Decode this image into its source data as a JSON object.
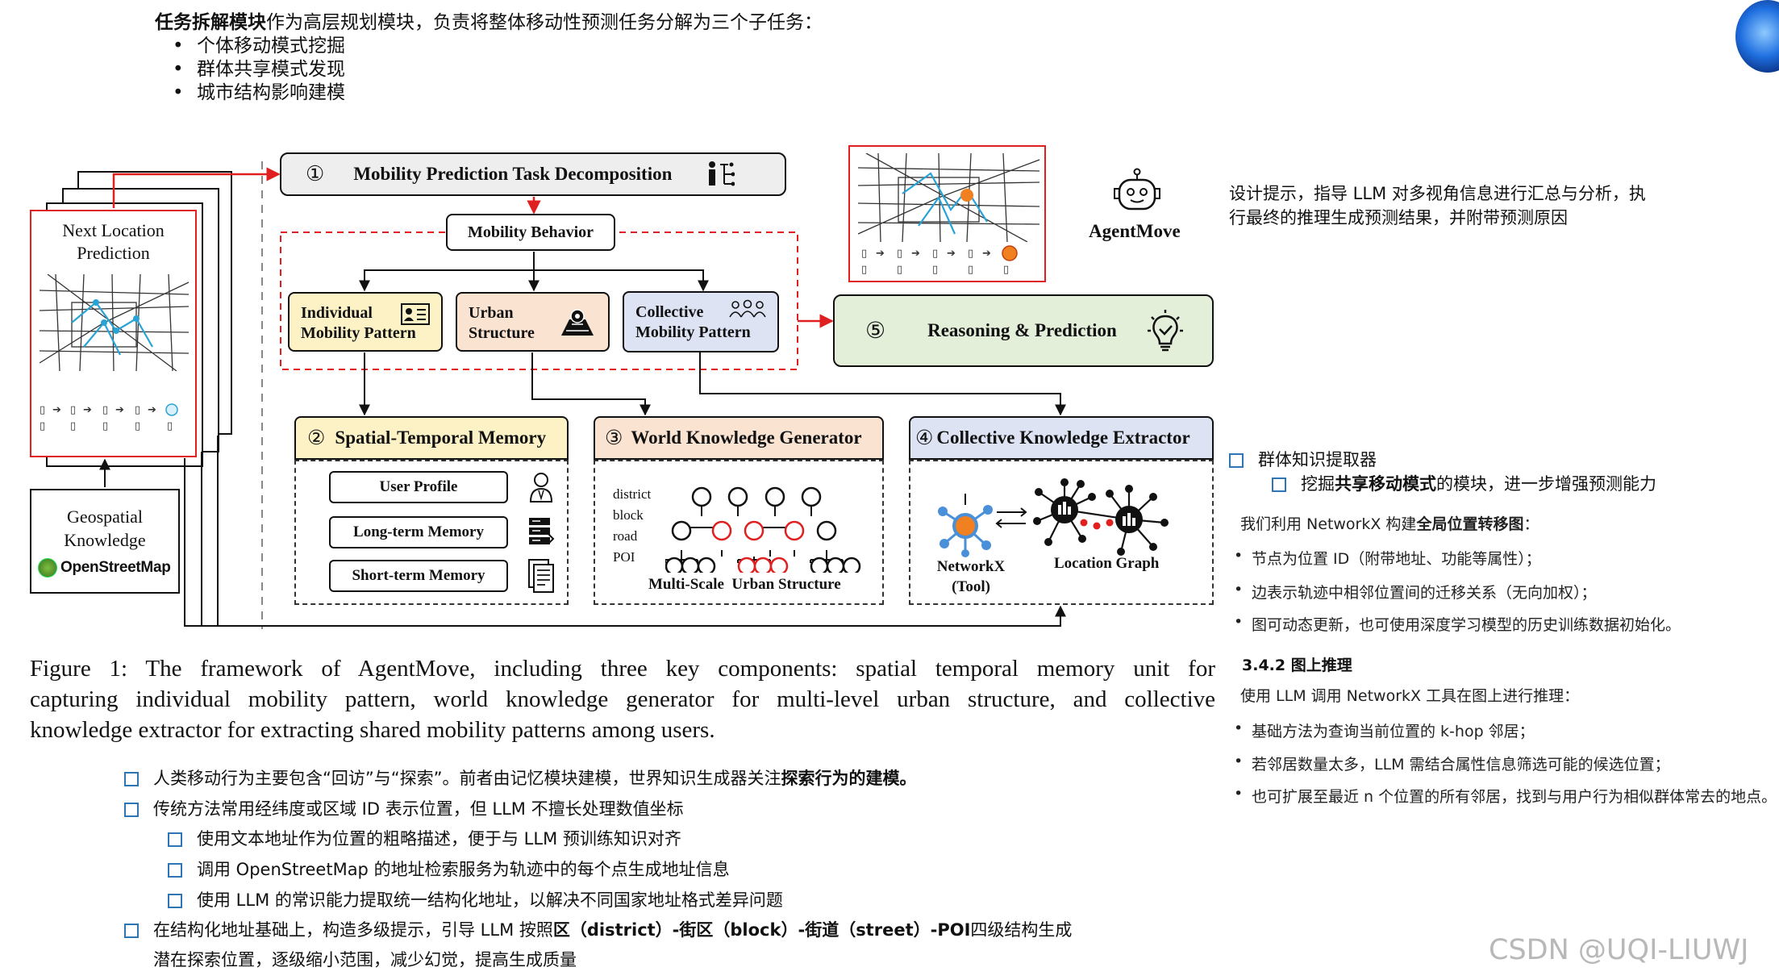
{
  "intro": {
    "bold": "任务拆解模块",
    "rest": "作为高层规划模块，负责将整体移动性预测任务分解为三个子任务：",
    "bullets": [
      "个体移动模式挖掘",
      "群体共享模式发现",
      "城市结构影响建模"
    ]
  },
  "diagram": {
    "next_location_line1": "Next Location",
    "next_location_line2": "Prediction",
    "geo_line1": "Geospatial",
    "geo_line2": "Knowledge",
    "osm": "OpenStreetMap",
    "task_num": "①",
    "task_title": "Mobility Prediction Task Decomposition",
    "behavior": "Mobility Behavior",
    "individual_line1": "Individual",
    "individual_line2": "Mobility Pattern",
    "urban_line1": "Urban",
    "urban_line2": "Structure",
    "collective_line1": "Collective",
    "collective_line2": "Mobility Pattern",
    "agent_name": "AgentMove",
    "reason_num": "⑤",
    "reason_title": "Reasoning & Prediction",
    "stm_num": "②",
    "stm_title": "Spatial-Temporal Memory",
    "user_profile": "User Profile",
    "long_term": "Long-term Memory",
    "short_term": "Short-term Memory",
    "wkg_num": "③",
    "wkg_title": "World Knowledge Generator",
    "levels": [
      "district",
      "block",
      "road",
      "POI"
    ],
    "multi_scale": "Multi-Scale  Urban Structure",
    "cke_num": "④",
    "cke_title": "Collective Knowledge Extractor",
    "networkx": "NetworkX",
    "tool": "(Tool)",
    "location_graph": "Location Graph"
  },
  "caption": {
    "line1": "Figure 1: The framework of AgentMove, including three key components: spatial temporal memory unit for",
    "line2": "capturing individual mobility pattern, world knowledge generator for multi-level urban structure, and collective",
    "line3": "knowledge extractor for extracting shared mobility patterns among users."
  },
  "design_tip": {
    "line1": "设计提示，指导 LLM 对多视角信息进行汇总与分析，执",
    "line2": "行最终的推理生成预测结果，并附带预测原因"
  },
  "right_panel": {
    "cb1": "群体知识提取器",
    "cb2_pre": "挖掘",
    "cb2_bold": "共享移动模式",
    "cb2_post": "的模块，进一步增强预测能力",
    "graph_intro_pre": "我们利用 NetworkX 构建",
    "graph_intro_bold": "全局位置转移图",
    "graph_intro_post": "：",
    "graph_bullets": [
      "节点为位置 ID（附带地址、功能等属性）；",
      "边表示轨迹中相邻位置间的迁移关系（无向加权）；",
      "图可动态更新，也可使用深度学习模型的历史训练数据初始化。"
    ],
    "section": "3.4.2 图上推理",
    "reason_intro": "使用 LLM 调用 NetworkX 工具在图上进行推理：",
    "reason_bullets": [
      "基础方法为查询当前位置的 k-hop 邻居；",
      "若邻居数量太多，LLM 需结合属性信息筛选可能的候选位置；",
      "也可扩展至最近 n 个位置的所有邻居，找到与用户行为相似群体常去的地点。"
    ]
  },
  "bottom_notes": {
    "n1_pre": "人类移动行为主要包含“回访”与“探索”。前者由记忆模块建模，世界知识生成器关注",
    "n1_bold": "探索行为的建模。",
    "n2": "传统方法常用经纬度或区域 ID 表示位置，但 LLM 不擅长处理数值坐标",
    "n3": "使用文本地址作为位置的粗略描述，便于与 LLM 预训练知识对齐",
    "n4": "调用 OpenStreetMap 的地址检索服务为轨迹中的每个点生成地址信息",
    "n5": "使用 LLM 的常识能力提取统一结构化地址，以解决不同国家地址格式差异问题",
    "n6_pre": "在结构化地址基础上，构造多级提示，引导 LLM 按照",
    "n6_bold": "区（district）-街区（block）-街道（street）-POI",
    "n6_post": "四级结构生成",
    "n7": "潜在探索位置，逐级缩小范围，减少幻觉，提高生成质量"
  },
  "watermark": "CSDN @UQI-LIUWJ",
  "colors": {
    "red": "#e02020",
    "individual_fill": "#fdf2c6",
    "urban_fill": "#fbe3d2",
    "collective_fill": "#dde3f3",
    "reason_fill": "#e4efda",
    "checkbox": "#2f75b5"
  }
}
